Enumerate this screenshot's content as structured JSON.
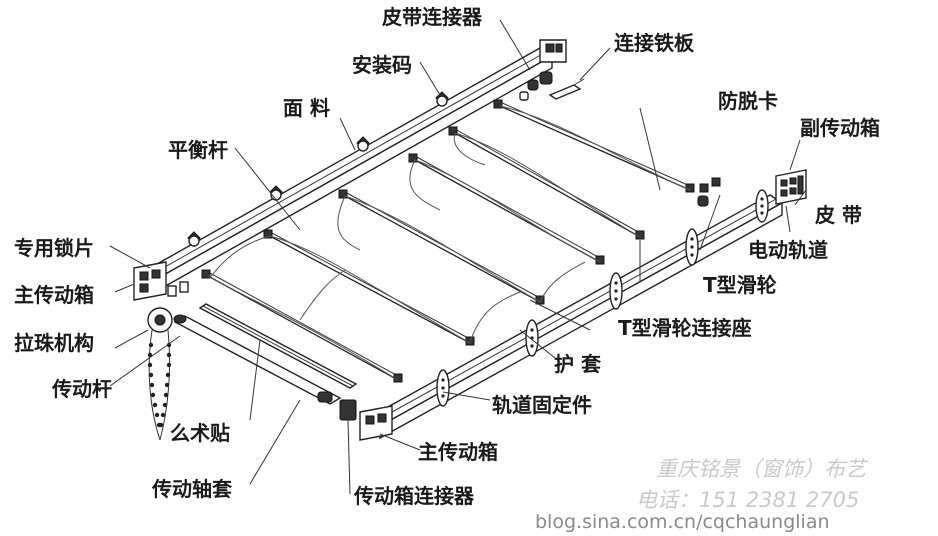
{
  "labels": {
    "belt_connector": "皮带连接器",
    "mount_code": "安装码",
    "fabric": "面 料",
    "balance_bar": "平衡杆",
    "lock_plate": "专用锁片",
    "main_gearbox_left": "主传动箱",
    "bead_mechanism": "拉珠机构",
    "drive_rod": "传动杆",
    "velcro": "么术贴",
    "drive_shaft_sleeve": "传动轴套",
    "gearbox_connector": "传动箱连接器",
    "main_gearbox_right": "主传动箱",
    "track_fixer": "轨道固定件",
    "guard_sleeve": "护 套",
    "t_pulley_seat": "T型滑轮连接座",
    "t_pulley": "T型滑轮",
    "electric_track": "电动轨道",
    "belt": "皮 带",
    "secondary_gearbox": "副传动箱",
    "anti_drop_clip": "防脱卡",
    "connect_iron_plate": "连接铁板"
  },
  "watermark": {
    "company": "重庆铭景（窗饰）布艺",
    "phone": "电话：151 2381 2705",
    "url": "blog.sina.com.cn/cqchaunglian"
  },
  "colors": {
    "ink": "#1a1a1a",
    "watermark": "#c9c9c9"
  }
}
